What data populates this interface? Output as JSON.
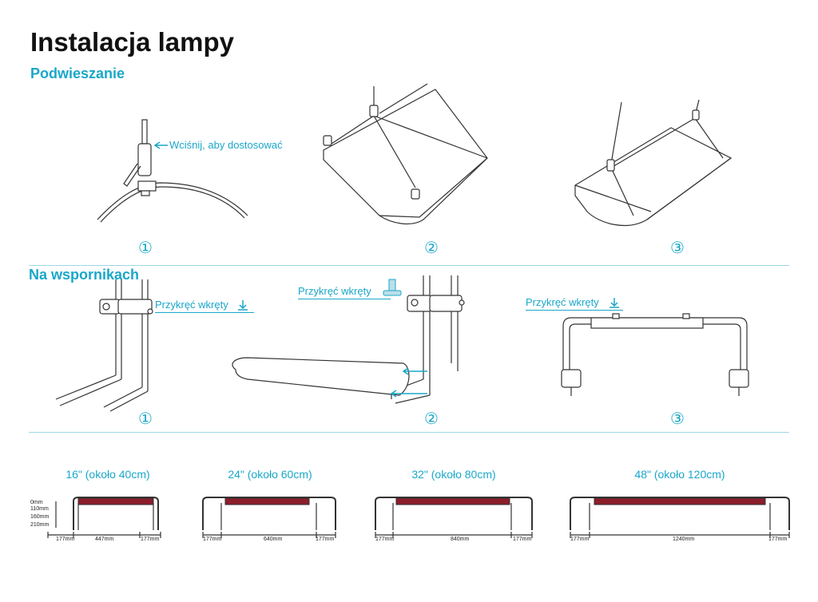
{
  "title": "Instalacja lampy",
  "sections": {
    "hanging": {
      "title": "Podwieszanie",
      "note": "Wciśnij, aby dostosować",
      "steps": [
        "①",
        "②",
        "③"
      ]
    },
    "brackets": {
      "title": "Na wspornikach",
      "notes": [
        "Przykręć wkręty",
        "Przykręć wkręty",
        "Przykręć wkręty"
      ],
      "steps": [
        "①",
        "②",
        "③"
      ]
    }
  },
  "sizes": [
    {
      "label": "16\" (około 40cm)",
      "dims": [
        "177mm",
        "447mm",
        "177mm"
      ]
    },
    {
      "label": "24\" (około 60cm)",
      "dims": [
        "177mm",
        "640mm",
        "177mm"
      ]
    },
    {
      "label": "32\" (około 80cm)",
      "dims": [
        "177mm",
        "840mm",
        "177mm"
      ]
    },
    {
      "label": "48\" (około 120cm)",
      "dims": [
        "177mm",
        "1240mm",
        "177mm"
      ]
    }
  ],
  "height_marks": [
    "0mm",
    "110mm",
    "160mm",
    "210mm"
  ],
  "colors": {
    "accent": "#1aa7c9",
    "lamp_bar": "#8b1e2b",
    "line": "#333333"
  }
}
